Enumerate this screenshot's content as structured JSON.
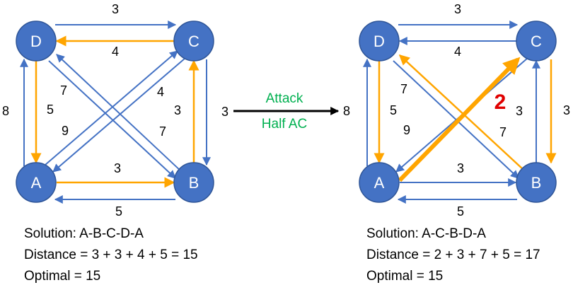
{
  "colors": {
    "node_fill": "#4472C4",
    "blue_edge": "#4472C4",
    "orange_edge": "#FFA500",
    "attack_text": "#00B050",
    "highlight_weight": "#E00000"
  },
  "arrow": {
    "line1": "Attack",
    "line2": "Half AC"
  },
  "left": {
    "nodes": {
      "A": "A",
      "B": "B",
      "C": "C",
      "D": "D"
    },
    "weights": {
      "DC_top": "3",
      "CD_inner": "4",
      "AB_inner": "3",
      "BA_bottom": "5",
      "left_outer": "8",
      "left_inner": "5",
      "right_outer": "3",
      "right_inner": "3",
      "diag_DB_top": "7",
      "diag_AC_bot": "9",
      "diag_CA_top": "4",
      "diag_BD_bot": "7"
    },
    "caption": {
      "solution": "Solution:  A-B-C-D-A",
      "distance": "Distance = 3 + 3 + 4 + 5 = 15",
      "optimal": "Optimal = 15"
    }
  },
  "right": {
    "nodes": {
      "A": "A",
      "B": "B",
      "C": "C",
      "D": "D"
    },
    "weights": {
      "DC_top": "3",
      "CD_inner": "4",
      "AB_inner": "3",
      "BA_bottom": "5",
      "left_outer": "8",
      "left_inner": "5",
      "right_outer": "3",
      "right_inner": "3",
      "diag_DB_top": "7",
      "diag_AC_bot": "9",
      "diag_BD_bot": "7",
      "attacked_AC": "2"
    },
    "caption": {
      "solution": "Solution:  A-C-B-D-A",
      "distance": "Distance = 2 + 3 + 7 + 5 = 17",
      "optimal": "Optimal = 15"
    }
  }
}
